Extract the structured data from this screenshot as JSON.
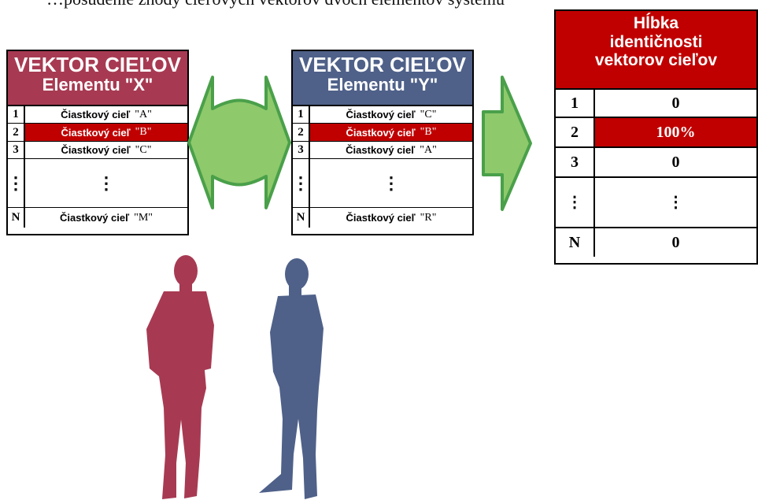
{
  "caption": "…posúdenie zhody cieľových vektorov dvoch elementov systému",
  "colors": {
    "element_x": "#a73a52",
    "element_y": "#4f6189",
    "highlight": "#c00000",
    "arrow_fill": "#8ec96b",
    "arrow_stroke": "#4aa04a"
  },
  "vector_x": {
    "title_line1": "VEKTOR CIEĽOV",
    "title_line2": "Elementu \"X\"",
    "rows": [
      {
        "num": "1",
        "label": "Čiastkový cieľ",
        "target": "\"A\""
      },
      {
        "num": "2",
        "label": "Čiastkový cieľ",
        "target": "\"B\"",
        "highlighted": true
      },
      {
        "num": "3",
        "label": "Čiastkový cieľ",
        "target": "\"C\""
      },
      {
        "num": "⋮",
        "label": "⋮",
        "target": ""
      },
      {
        "num": "N",
        "label": "Čiastkový cieľ",
        "target": "\"M\""
      }
    ]
  },
  "vector_y": {
    "title_line1": "VEKTOR CIEĽOV",
    "title_line2": "Elementu \"Y\"",
    "rows": [
      {
        "num": "1",
        "label": "Čiastkový cieľ",
        "target": "\"C\""
      },
      {
        "num": "2",
        "label": "Čiastkový cieľ",
        "target": "\"B\"",
        "highlighted": true
      },
      {
        "num": "3",
        "label": "Čiastkový cieľ",
        "target": "\"A\""
      },
      {
        "num": "⋮",
        "label": "⋮",
        "target": ""
      },
      {
        "num": "N",
        "label": "Čiastkový cieľ",
        "target": "\"R\""
      }
    ]
  },
  "result": {
    "title_line1": "Hĺbka",
    "title_line2": "identičnosti",
    "title_line3": "vektorov cieľov",
    "rows": [
      {
        "num": "1",
        "value": "0"
      },
      {
        "num": "2",
        "value": "100%",
        "highlighted": true
      },
      {
        "num": "3",
        "value": "0"
      },
      {
        "num": "⋮",
        "value": "⋮"
      },
      {
        "num": "N",
        "value": "0"
      }
    ]
  },
  "icons": {
    "double_arrow": "double-headed-arrow-icon",
    "right_arrow": "right-arrow-icon",
    "person_x": "person-silhouette-icon",
    "person_y": "person-silhouette-icon"
  }
}
